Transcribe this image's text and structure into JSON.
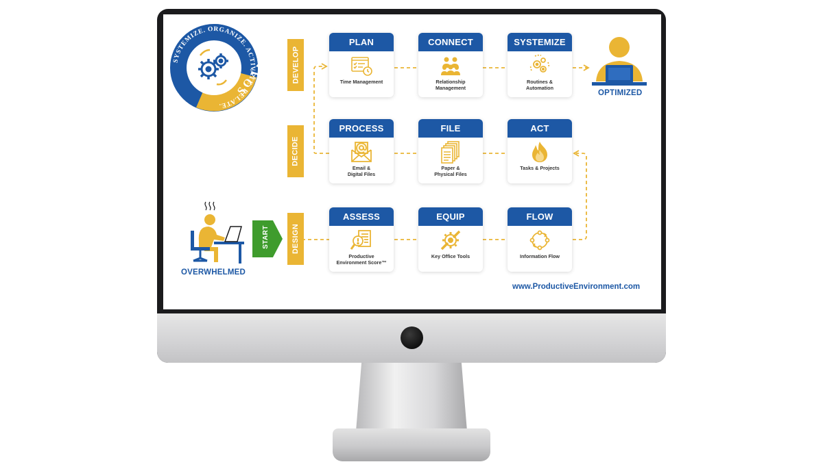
{
  "logo": {
    "ring_text": "SYSTEMIZE. ORGANIZE. ACTIVATE. RELATE.",
    "brand": "SOAR",
    "tm": "™",
    "icon": "gears-icon"
  },
  "phases": {
    "develop": "DEVELOP",
    "decide": "DECIDE",
    "design": "DESIGN"
  },
  "start_label": "START",
  "overwhelmed_label": "OVERWHELMED",
  "optimized_label": "OPTIMIZED",
  "website": "www.ProductiveEnvironment.com",
  "cards": {
    "plan": {
      "title": "PLAN",
      "line1": "Time Management",
      "line2": "",
      "icon": "checklist-clock-icon"
    },
    "connect": {
      "title": "CONNECT",
      "line1": "Relationship",
      "line2": "Management",
      "icon": "people-group-icon"
    },
    "systemize": {
      "title": "SYSTEMIZE",
      "line1": "Routines &",
      "line2": "Automation",
      "icon": "gears-cycle-icon"
    },
    "process": {
      "title": "PROCESS",
      "line1": "Email &",
      "line2": "Digital Files",
      "icon": "email-icon"
    },
    "file": {
      "title": "FILE",
      "line1": "Paper &",
      "line2": "Physical Files",
      "icon": "papers-icon"
    },
    "act": {
      "title": "ACT",
      "line1": "Tasks & Projects",
      "line2": "",
      "icon": "flame-icon"
    },
    "assess": {
      "title": "ASSESS",
      "line1": "Productive",
      "line2": "Environment Score™",
      "icon": "magnifier-document-icon"
    },
    "equip": {
      "title": "EQUIP",
      "line1": "Key Office Tools",
      "line2": "",
      "icon": "wrench-gear-icon"
    },
    "flow": {
      "title": "FLOW",
      "line1": "Information Flow",
      "line2": "",
      "icon": "flow-cycle-icon"
    }
  },
  "colors": {
    "blue": "#1d58a5",
    "gold": "#eab534",
    "green": "#3f9c2d",
    "dark": "#1b1b1d"
  }
}
